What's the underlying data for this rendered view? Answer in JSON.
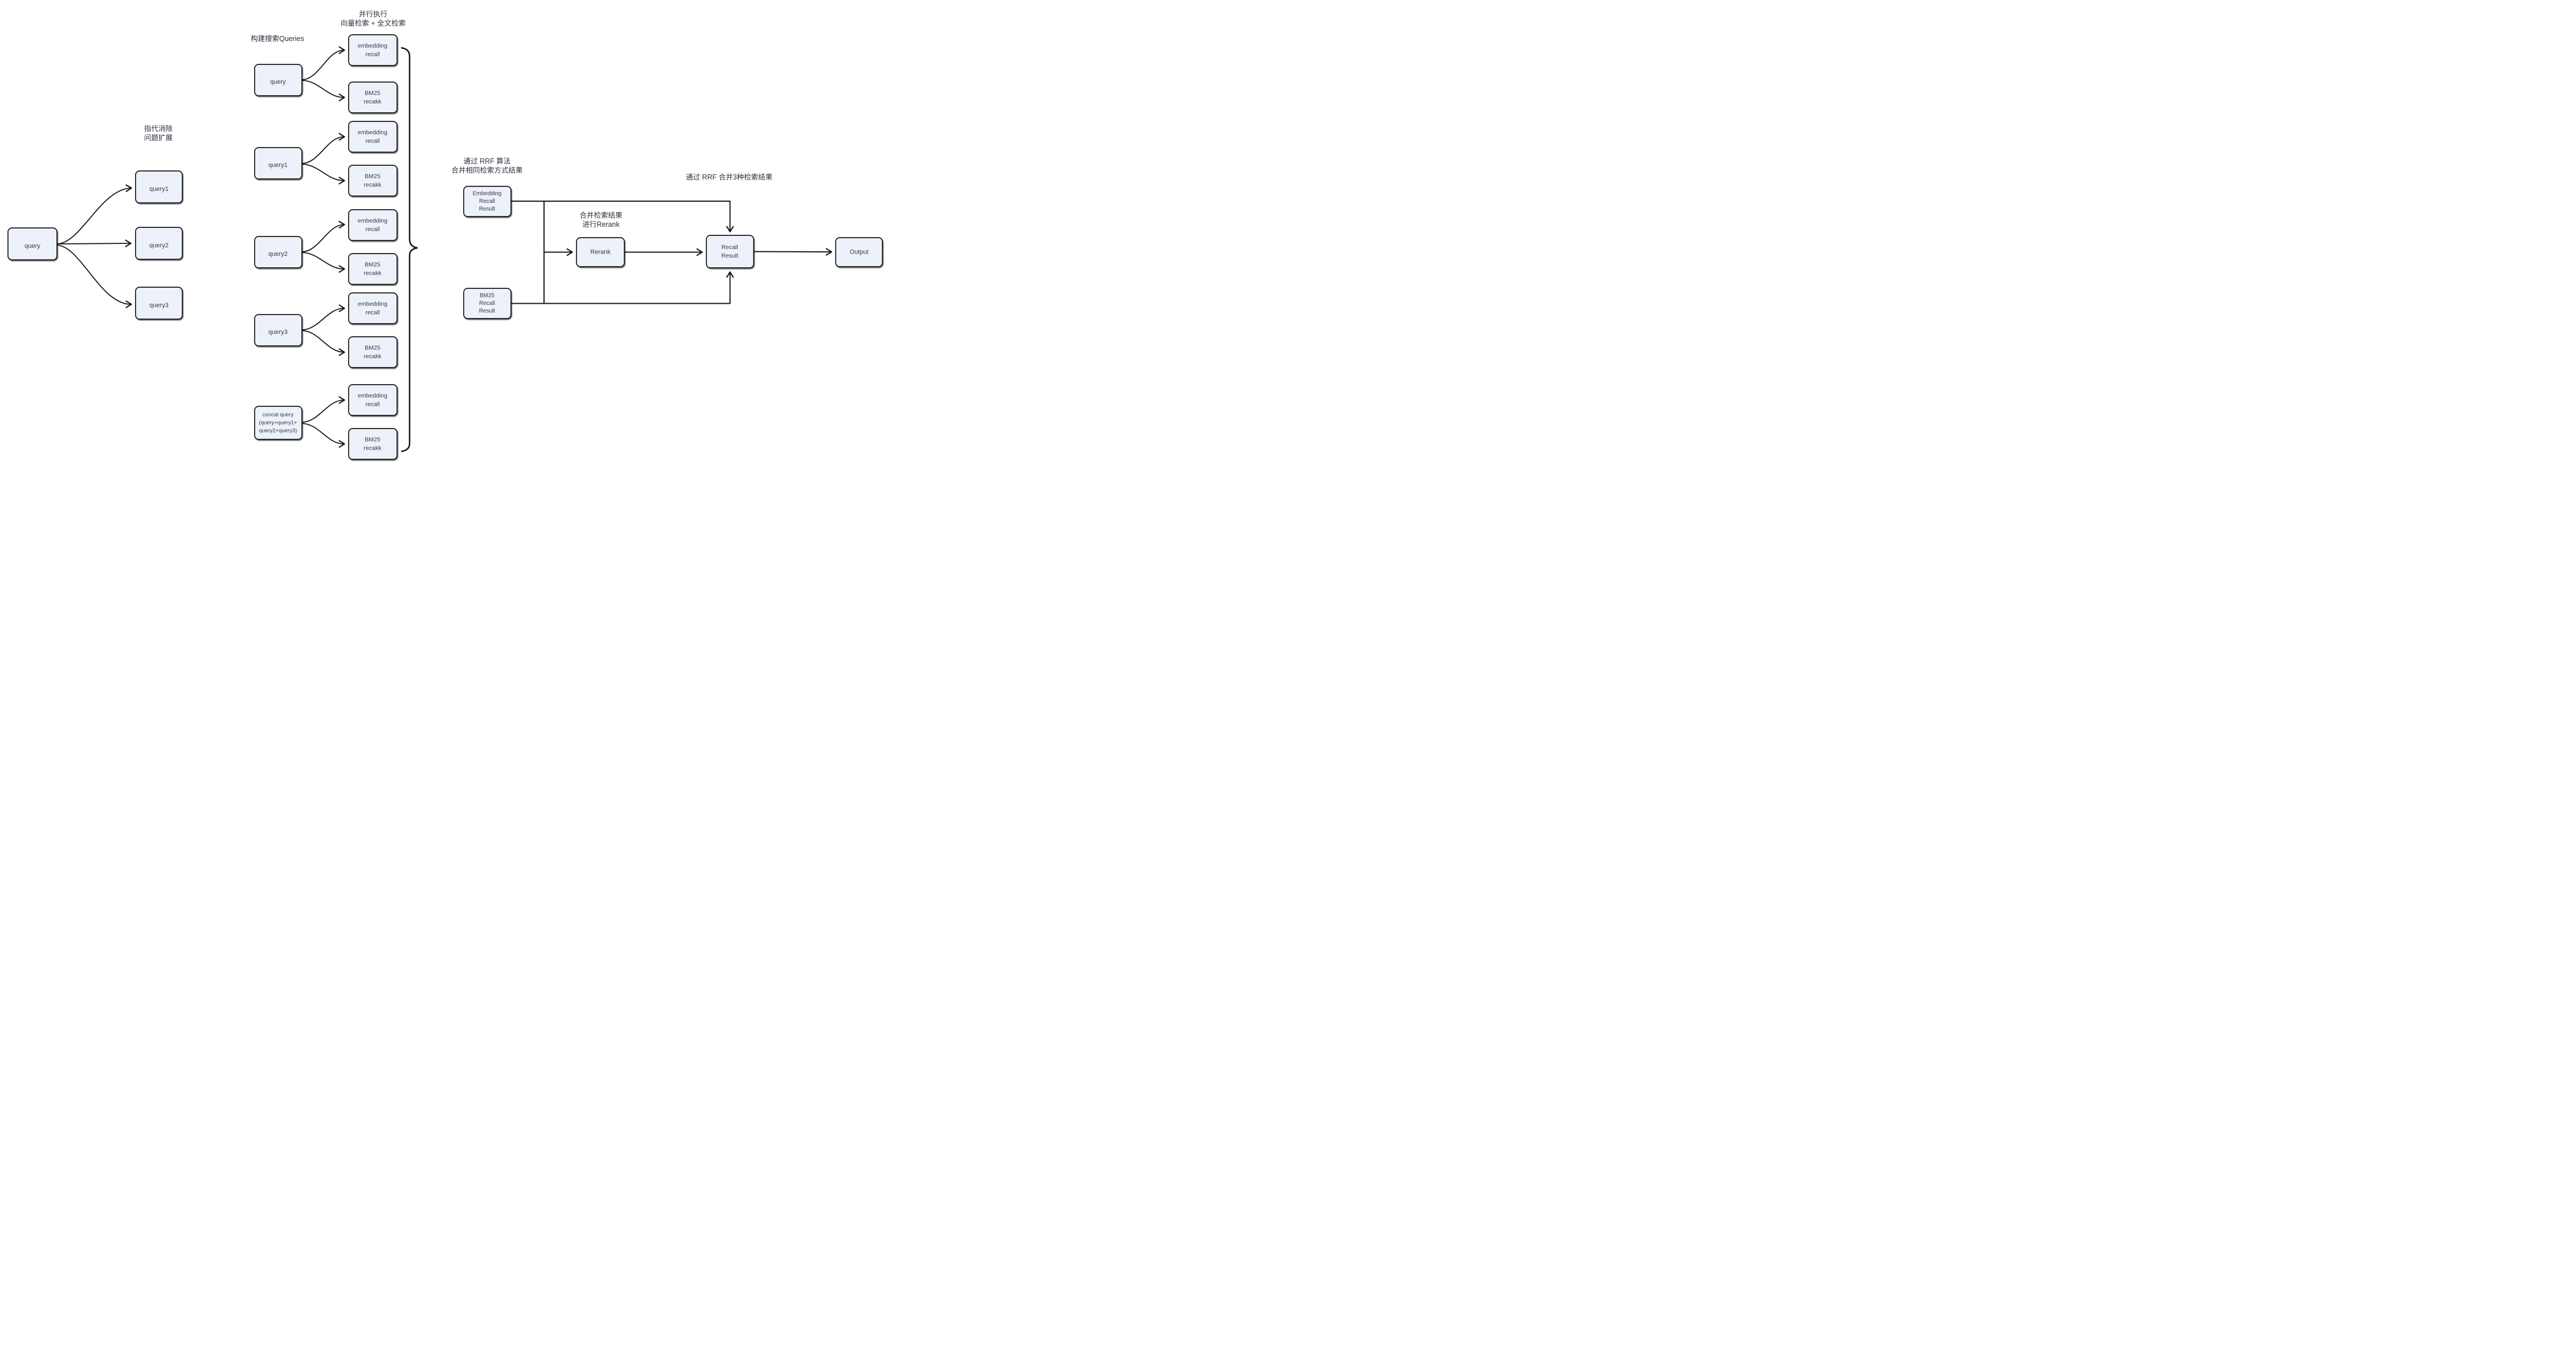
{
  "colors": {
    "background": "#ffffff",
    "node_fill": "#edf1fa",
    "node_border": "#161616",
    "line": "#161616",
    "text": "#323947"
  },
  "annotations": {
    "coref": {
      "line1": "指代消除",
      "line2": "问题扩展"
    },
    "build_queries": {
      "line1": "构建搜索Queries"
    },
    "parallel_exec": {
      "line1": "并行执行",
      "line2": "向量检索 + 全文检索"
    },
    "rrf_same": {
      "line1": "通过 RRF 算法",
      "line2": "合并相同检索方式结果"
    },
    "merge_rerank": {
      "line1": "合并检索结果",
      "line2": "进行Rerank"
    },
    "rrf_merge3": {
      "line1": "通过 RRF 合并3种检索结果"
    }
  },
  "nodes": {
    "src_query": {
      "label": "query"
    },
    "q1": {
      "label": "query1"
    },
    "q2": {
      "label": "query2"
    },
    "q3": {
      "label": "query3"
    },
    "mid_query": {
      "label": "query"
    },
    "mid_q1": {
      "label": "query1"
    },
    "mid_q2": {
      "label": "query2"
    },
    "mid_q3": {
      "label": "query3"
    },
    "concat": {
      "line1": "concat query",
      "line2": "(query+query1+",
      "line3": "query2+query3)"
    },
    "emb": {
      "line1": "embedding",
      "line2": "recall"
    },
    "bm25": {
      "line1": "BM25",
      "line2": "recakk"
    },
    "emb_result": {
      "line1": "Embedding",
      "line2": "Recall",
      "line3": "Result"
    },
    "bm25_result": {
      "line1": "BM25",
      "line2": "Recall",
      "line3": "Result"
    },
    "rerank": {
      "label": "Rerank"
    },
    "recall_result": {
      "line1": "Recall",
      "line2": "Result"
    },
    "output": {
      "label": "Output"
    }
  }
}
